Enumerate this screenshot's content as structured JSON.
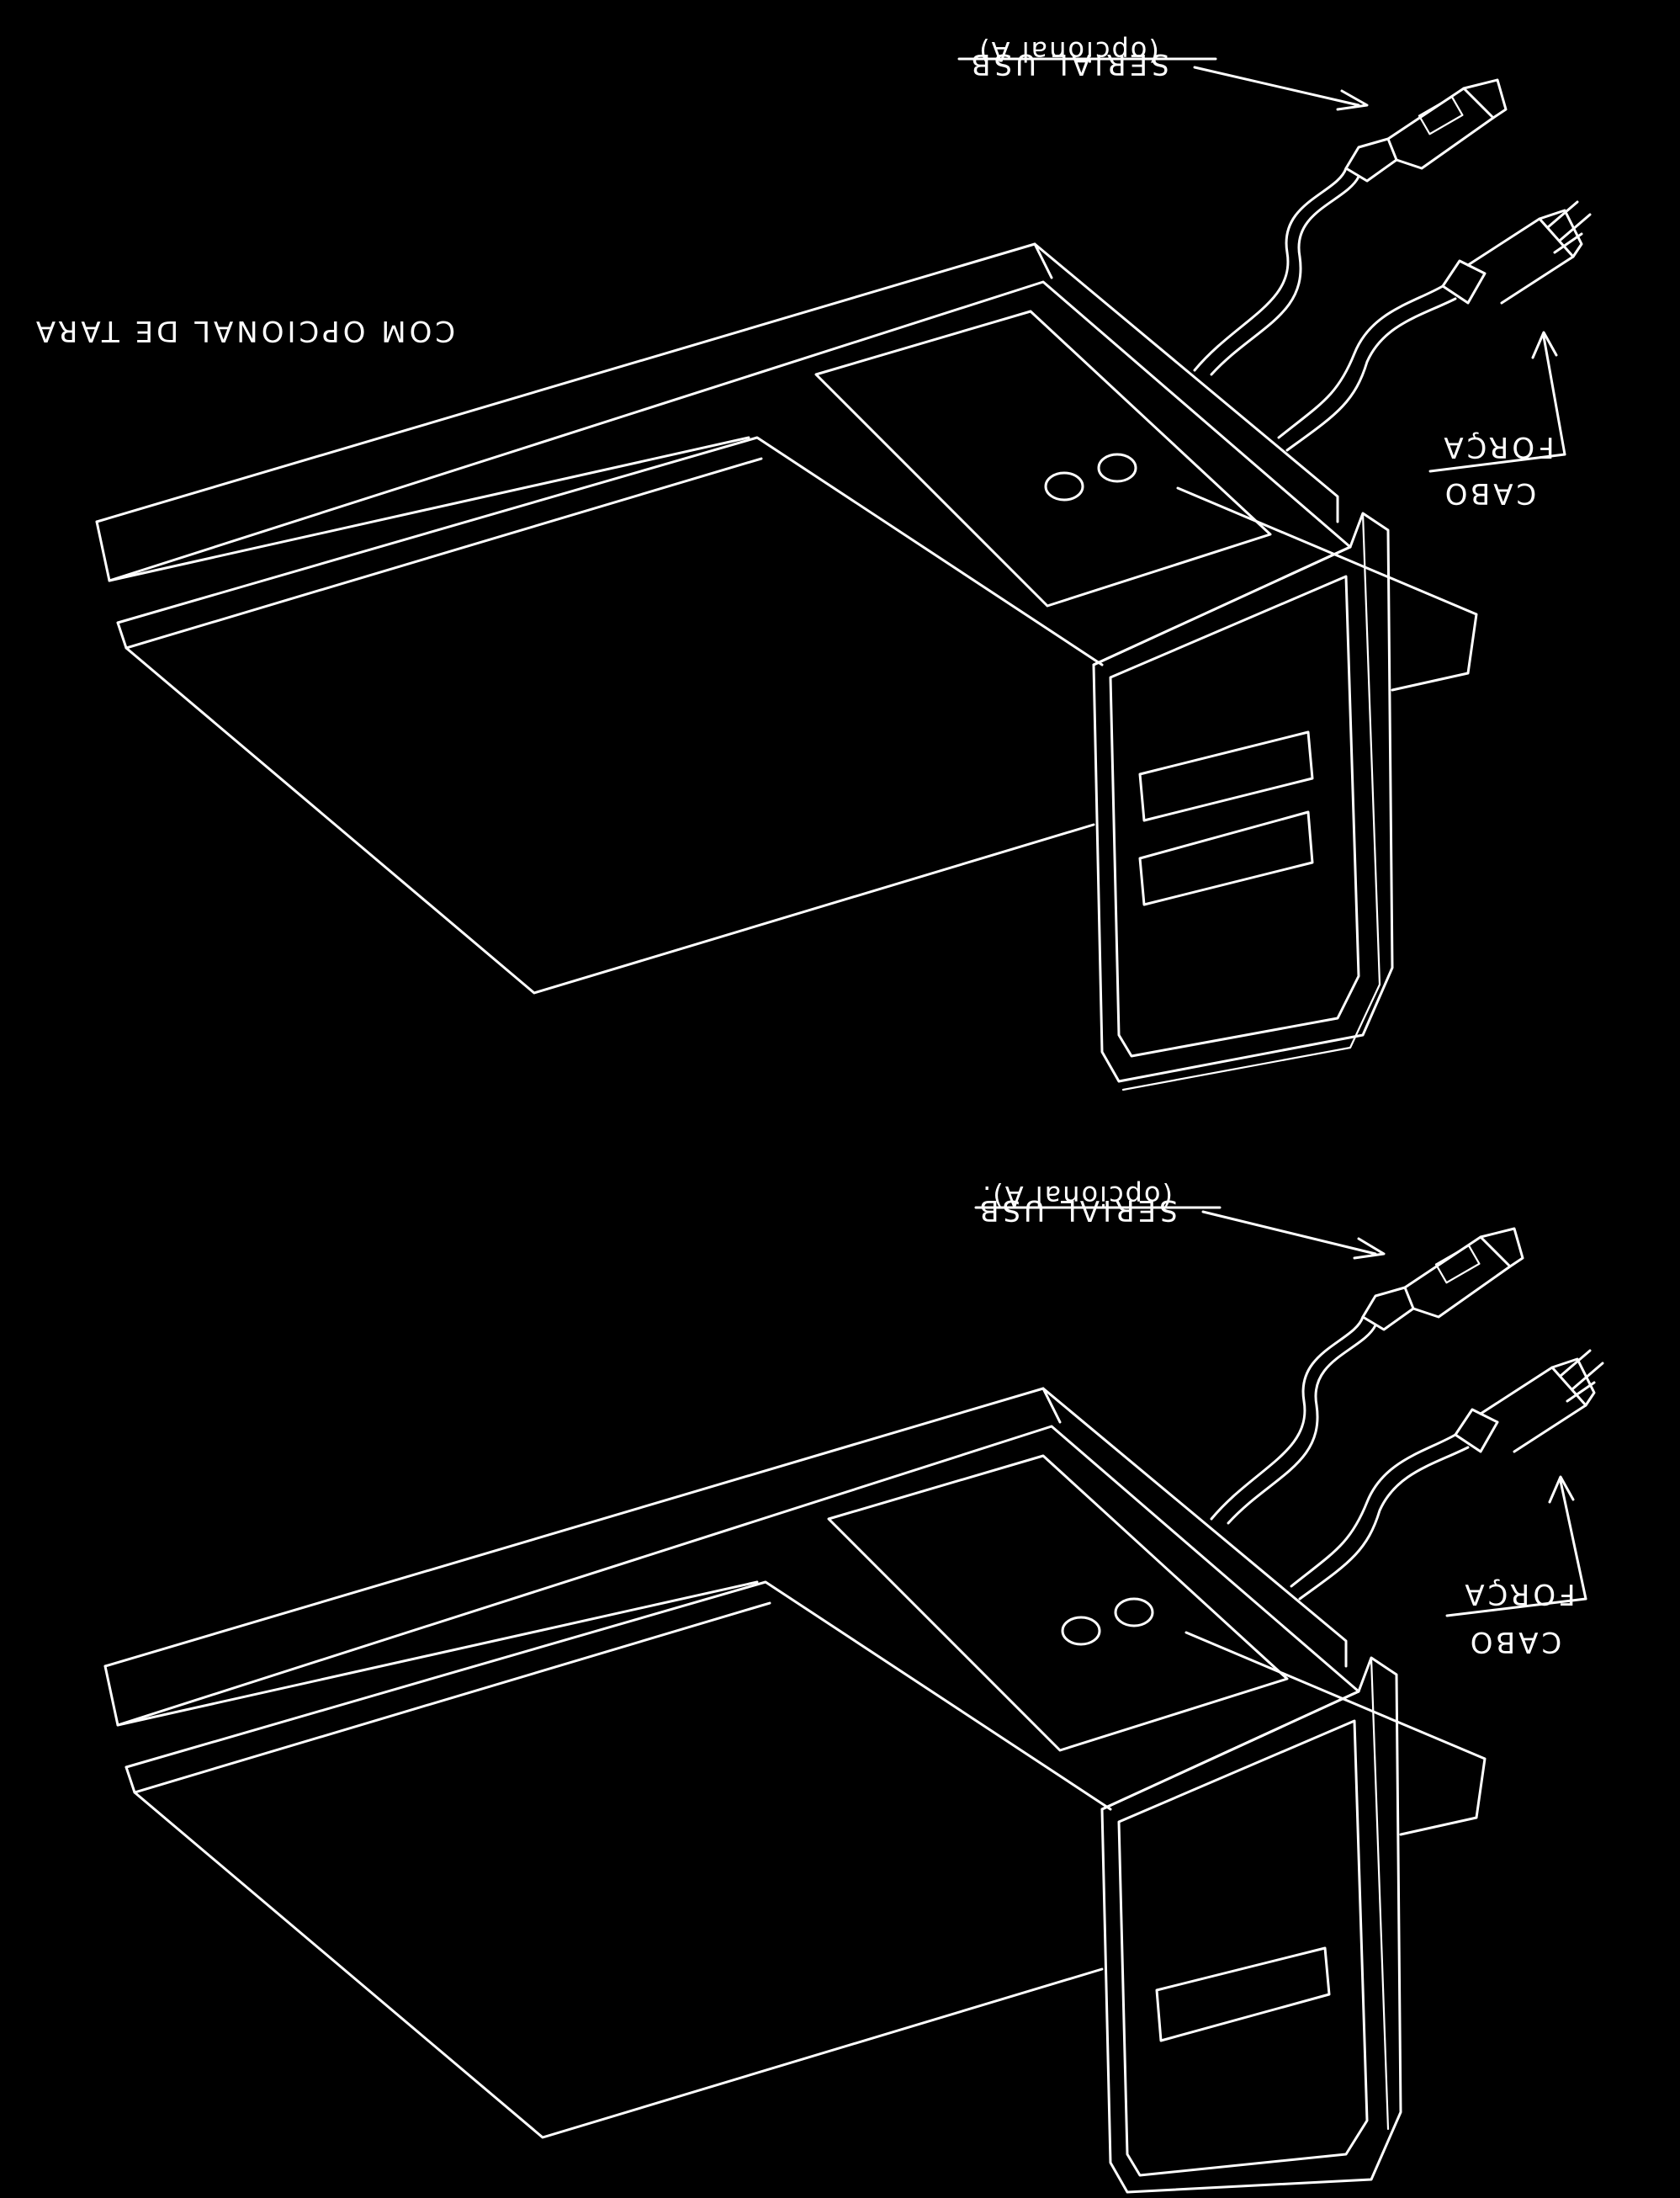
{
  "colors": {
    "background": "#000000",
    "line": "#ffffff"
  },
  "panels": [
    {
      "label_title": "COM OPCIONAL DE TARA",
      "label_serial": "SERIAL USB",
      "label_optional": "(opcional A)",
      "label_cable": "CABO",
      "label_power": "FORÇA",
      "display_windows": 2
    },
    {
      "label_serial": "SERIAL USB",
      "label_optional": "(opcional A).",
      "label_cable": "CABO",
      "label_power": "FORÇA",
      "display_windows": 1
    }
  ]
}
